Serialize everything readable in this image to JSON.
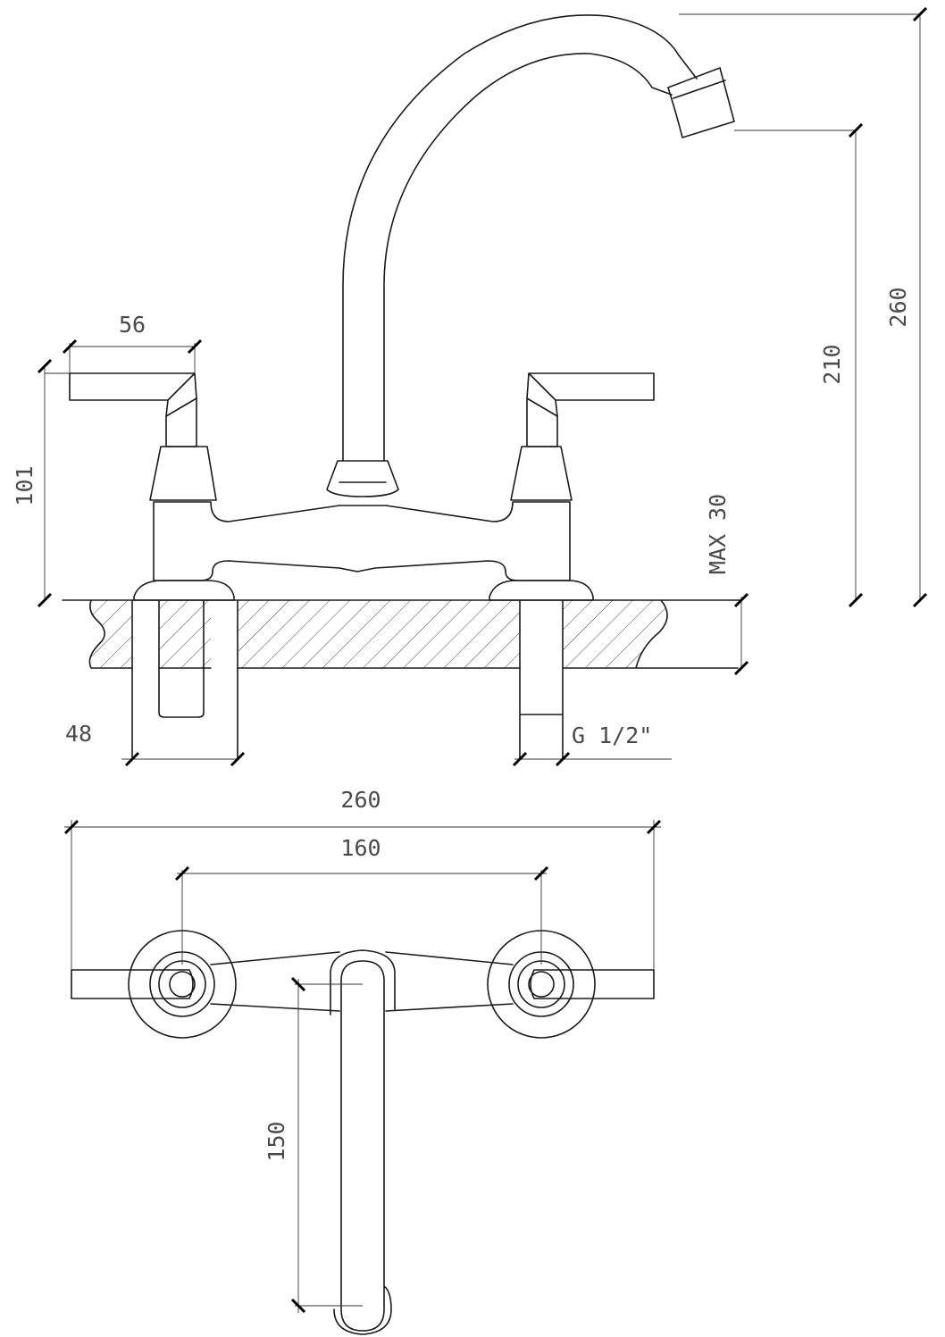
{
  "dimensions": {
    "handle_width": "56",
    "handle_height": "101",
    "spout_height_max": "260",
    "spout_outlet_height": "210",
    "deck_thickness": "MAX 30",
    "shank_spacing": "48",
    "connection_thread": "G 1/2\"",
    "overall_width": "260",
    "centres": "160",
    "spout_reach": "150"
  }
}
